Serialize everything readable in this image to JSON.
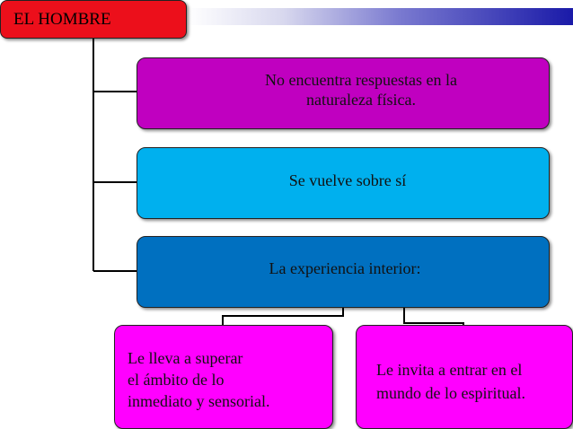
{
  "title": "EL HOMBRE",
  "nodes": {
    "box1": "No encuentra respuestas en la\nnaturaleza física.",
    "box2": "Se vuelve sobre sí",
    "box3": "La experiencia interior:",
    "box4": "Le lleva a superar\nel ámbito de lo\ninmediato y sensorial.",
    "box5": "Le invita a entrar en el\nmundo de lo espiritual."
  },
  "colors": {
    "title": "#ec0f1b",
    "box1": "#c000c0",
    "box2": "#00b0ee",
    "box3": "#0070c0",
    "box4": "#ff00ff",
    "box5": "#ff00ff",
    "header_gradient_end": "#1a1aa8"
  }
}
